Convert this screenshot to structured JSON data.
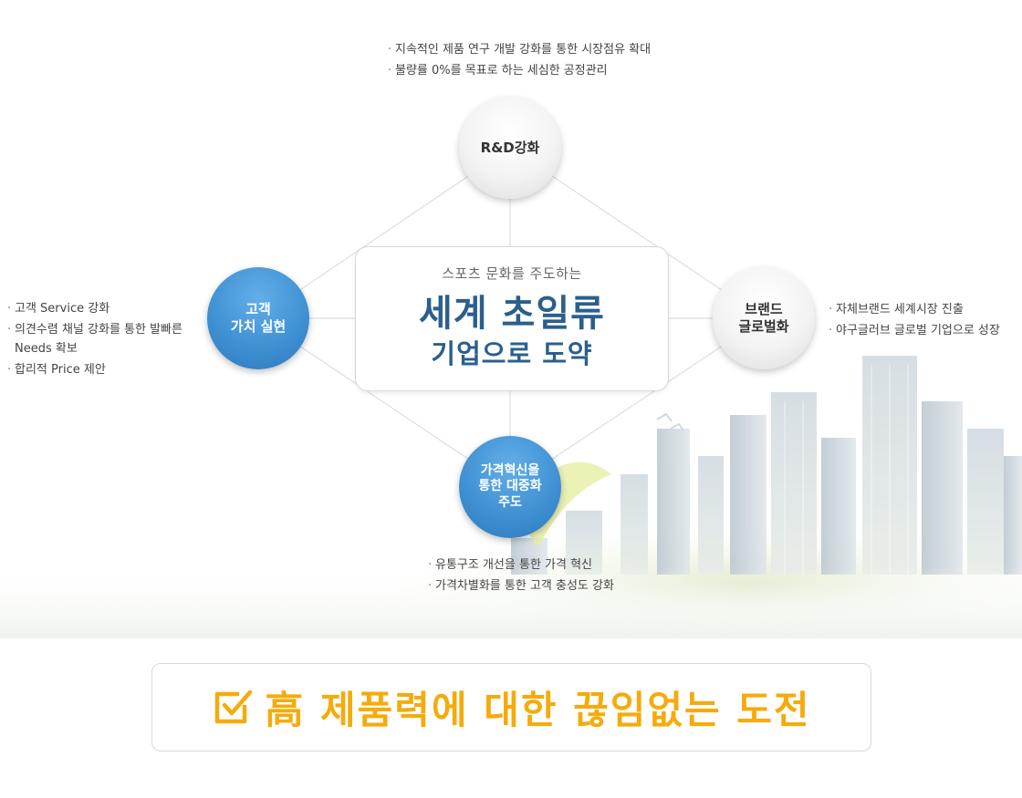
{
  "colors": {
    "accent_blue": "#2b5f8c",
    "node_blue": "#3d8fd2",
    "highlight_yellow": "#f5ab0c"
  },
  "center": {
    "subtitle": "스포츠 문화를 주도하는",
    "title_line1": "세계 초일류",
    "title_line2": "기업으로 도약"
  },
  "nodes": {
    "rd": {
      "label": "R&D강화"
    },
    "customer": {
      "label": "고객\n가치 실현"
    },
    "brand": {
      "label": "브랜드\n글로벌화"
    },
    "price": {
      "label": "가격혁신을\n통한 대중화\n주도"
    }
  },
  "bullets": {
    "top": [
      "지속적인 제품 연구 개발 강화를 통한 시장점유 확대",
      "불량률 0%를 목표로 하는 세심한 공정관리"
    ],
    "left": [
      "고객 Service 강화",
      "의견수렴 채널 강화를 통한 발빠른 Needs 확보",
      "합리적 Price 제안"
    ],
    "right": [
      "자체브랜드 세계시장 진출",
      "야구글러브 글로벌 기업으로 성장"
    ],
    "bottom": [
      "유통구조 개선을 통한 가격 혁신",
      "가격차별화를 통한 고객 충성도 강화"
    ]
  },
  "banner": {
    "icon": "check-box-icon",
    "text": "高 제품력에 대한 끊임없는 도전"
  }
}
